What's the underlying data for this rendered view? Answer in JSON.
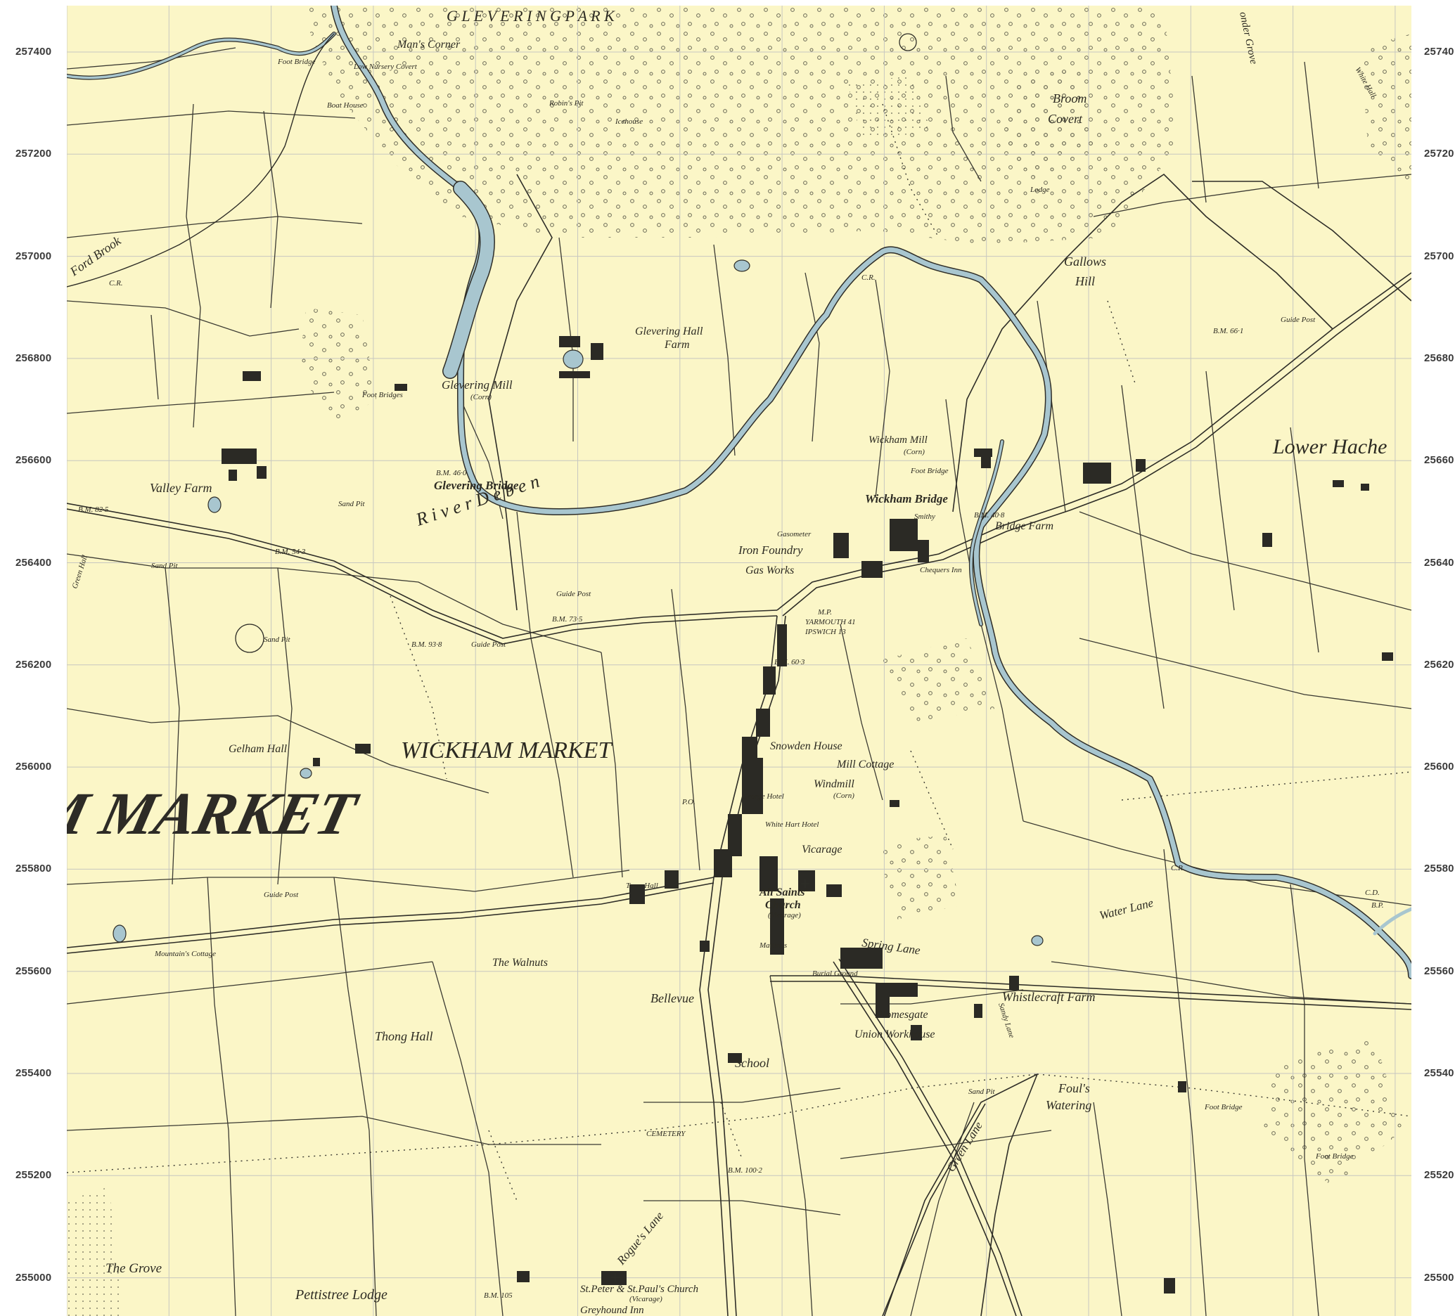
{
  "map": {
    "colors": {
      "paper": "#fbf6c7",
      "water": "#a8c6cf",
      "ink": "#2c2a22",
      "grid": "#c7c7c0"
    },
    "northings": [
      "257400",
      "257200",
      "257000",
      "256800",
      "256600",
      "256400",
      "256200",
      "256000",
      "255800",
      "255600",
      "255400",
      "255200",
      "255000"
    ],
    "northings_right": [
      "25740",
      "25720",
      "25700",
      "25680",
      "25660",
      "25640",
      "25620",
      "25600",
      "25580",
      "25560",
      "25540",
      "25520",
      "25500"
    ],
    "labels": {
      "glevering_park": "G L E V E R I N G   P A R K",
      "mans_corner": "Man's Corner",
      "low_nursery_covert": "Low Nursery Covert",
      "boat_house": "Boat House",
      "foot_bridge_top": "Foot Bridge",
      "robins_pit": "Robin's Pit",
      "icehouse": "Icehouse",
      "broom_covert_1": "Broom",
      "broom_covert_2": "Covert",
      "lodge": "Lodge",
      "gallows_hill_1": "Gallows",
      "gallows_hill_2": "Hill",
      "guide_post_ne": "Guide Post",
      "bm_66": "B.M. 66·1",
      "ford_brook": "Ford Brook",
      "glevering_hall_farm_1": "Glevering Hall",
      "glevering_hall_farm_2": "Farm",
      "glevering_mill": "Glevering Mill",
      "corn_1": "(Corn)",
      "foot_bridges": "Foot Bridges",
      "bm_46": "B.M. 46·0",
      "glevering_bridge": "Glevering Bridge",
      "sand_pit_1": "Sand Pit",
      "valley_farm": "Valley Farm",
      "bm_82": "B.M. 82·5",
      "bm_54": "B.M. 54·3",
      "sand_pit_2": "Sand Pit",
      "river_deben": "R i v e r   D e b e n",
      "wickham_mill": "Wickham Mill",
      "corn_2": "(Corn)",
      "foot_bridge_2": "Foot Bridge",
      "wickham_bridge": "Wickham Bridge",
      "smithy": "Smithy",
      "bm_40": "B.M. 40·8",
      "bridge_farm": "Bridge Farm",
      "lower_hacheston": "Lower Hache",
      "gasometer": "Gasometer",
      "iron_foundry": "Iron Foundry",
      "gas_works": "Gas Works",
      "chequers_inn": "Chequers Inn",
      "guide_post_2": "Guide Post",
      "bm_73": "B.M. 73·5",
      "mp": "M.P.",
      "yarmouth": "YARMOUTH  41",
      "ipswich": "IPSWICH  13",
      "sand_pit_3": "Sand Pit",
      "bm_93": "B.M. 93·8",
      "guide_post_3": "Guide Post",
      "bm_60": "B.M. 60·3",
      "gelham_hall": "Gelham Hall",
      "wickham_market_1": "WICKHAM MARKET",
      "snowden_house": "Snowden House",
      "mill_cottage": "Mill Cottage",
      "windmill": "Windmill",
      "corn_3": "(Corn)",
      "wickham_market_big": "CKHAM  MARKET",
      "po": "P.O.",
      "george_hotel": "George Hotel",
      "white_hart_hotel": "White Hart Hotel",
      "vicarage": "Vicarage",
      "guide_post_4": "Guide Post",
      "town_hall": "Town Hall",
      "all_saints_1": "All Saints'",
      "all_saints_2": "Church",
      "vicarage_2": "(Vicarage)",
      "water_lane": "Water Lane",
      "mountains_cottage": "Mountain's Cottage",
      "the_walnuts": "The Walnuts",
      "spring_lane": "Spring Lane",
      "maltings": "Maltings",
      "burial_ground": "Burial Ground",
      "whistlecraft_farm": "Whistlecraft Farm",
      "bellevue": "Bellevue",
      "plomesgate_1": "Plomesgate",
      "plomesgate_2": "Union  Workhouse",
      "thong_hall": "Thong Hall",
      "school": "School",
      "sand_pit_4": "Sand Pit",
      "fouls_watering_1": "Foul's",
      "fouls_watering_2": "Watering",
      "cemetery": "CEMETERY",
      "foot_bridge_3": "Foot Bridge",
      "foot_bridge_4": "Foot Bridge",
      "green_lane": "Green Lane",
      "sandy_lane": "Sandy Lane",
      "bm_100": "B.M. 100·2",
      "rogues_lane": "Rogue's Lane",
      "the_grove": "The Grove",
      "pettistree_lodge": "Pettistree Lodge",
      "st_peter": "St.Peter & St.Paul's Church",
      "vicarage_3": "(Vicarage)",
      "greyhound_inn": "Greyhound Inn",
      "bm_105": "B.M. 105",
      "ponder_grove": "onder Grove",
      "white_hall": "White Hall",
      "green_hall": "Green Hall",
      "cd": "C.D.",
      "bp": "B.P.",
      "cr": "C.R."
    }
  }
}
